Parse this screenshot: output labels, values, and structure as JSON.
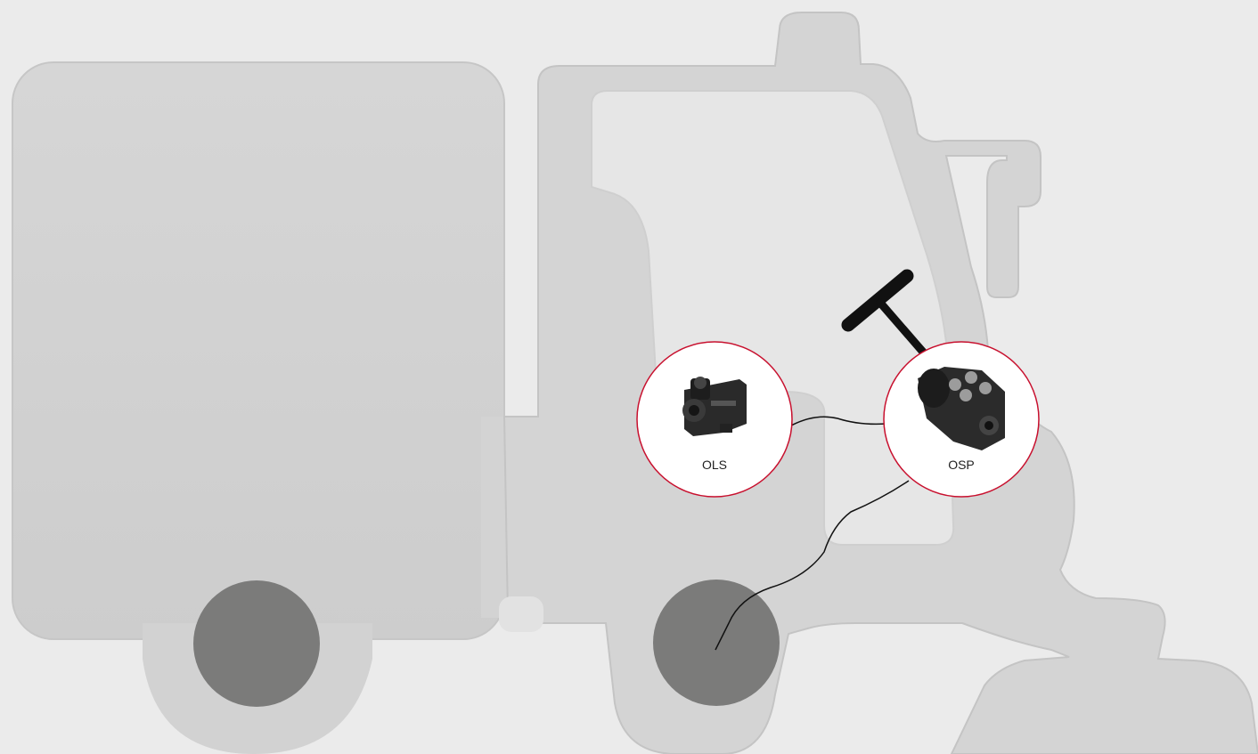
{
  "colors": {
    "background": "#ebebeb",
    "vehicle_edge": "#b8b8b8",
    "vehicle_fill": "#dadada",
    "wheel": "#7b7b7a",
    "accent_ring": "#c8102e",
    "wire": "#111111",
    "steering": "#111111"
  },
  "components": [
    {
      "id": "ols",
      "label": "OLS",
      "icon": "priority-valve-icon"
    },
    {
      "id": "osp",
      "label": "OSP",
      "icon": "steering-unit-icon"
    }
  ]
}
